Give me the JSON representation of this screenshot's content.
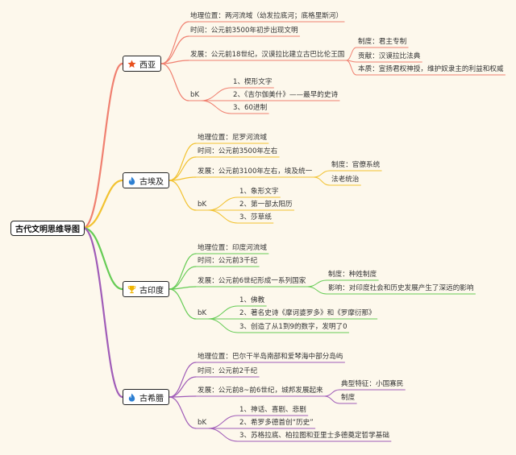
{
  "root": "古代文明思维导图",
  "colors": {
    "xiya": "#f08070",
    "aiji": "#f2c230",
    "yindu": "#66cc55",
    "xila": "#a05cb8"
  },
  "branches": [
    {
      "key": "xiya",
      "icon": "star-icon",
      "title": "西亚",
      "items": [
        "地理位置：两河流域（幼发拉底河；底格里斯河）",
        "时间：公元前3500年初步出现文明",
        "发展：公元前18世纪，汉谟拉比建立古巴比伦王国",
        "bK"
      ],
      "development": [
        "制度：君主专制",
        "贡献：汉谟拉比法典",
        "本质：宣扬君权神授，维护奴隶主的利益和权威"
      ],
      "culture": [
        "1、楔形文字",
        "2、《吉尔伽美什》——最早的史诗",
        "3、60进制"
      ]
    },
    {
      "key": "aiji",
      "icon": "flame-icon",
      "title": "古埃及",
      "items": [
        "地理位置：尼罗河流域",
        "时间：公元前3500年左右",
        "发展：公元前3100年左右，埃及统一",
        "bK"
      ],
      "development": [
        "制度：官僚系统",
        "法老统治"
      ],
      "culture": [
        "1、象形文字",
        "2、第一部太阳历",
        "3、莎草纸"
      ]
    },
    {
      "key": "yindu",
      "icon": "trophy-icon",
      "title": "古印度",
      "items": [
        "地理位置：印度河流域",
        "时间：公元前3千纪",
        "发展：公元前6世纪形成一系列国家",
        "bK"
      ],
      "development": [
        "制度：种姓制度",
        "影响：对印度社会和历史发展产生了深远的影响"
      ],
      "culture": [
        "1、佛教",
        "2、著名史诗《摩诃婆罗多》和《罗摩衍那》",
        "3、创造了从1到9的数字，发明了0"
      ]
    },
    {
      "key": "xila",
      "icon": "flame-icon",
      "title": "古希腊",
      "items": [
        "地理位置：巴尔干半岛南部和爱琴海中部分岛屿",
        "时间：公元前2千纪",
        "发展：公元前8~前6世纪，城邦发展起来",
        "bK"
      ],
      "development": [
        "典型特征：小国寡民",
        "制度"
      ],
      "culture": [
        "1、神话、喜剧、悲剧",
        "2、希罗多德首创“历史”",
        "3、苏格拉底、柏拉图和亚里士多德奠定哲学基础"
      ]
    }
  ]
}
